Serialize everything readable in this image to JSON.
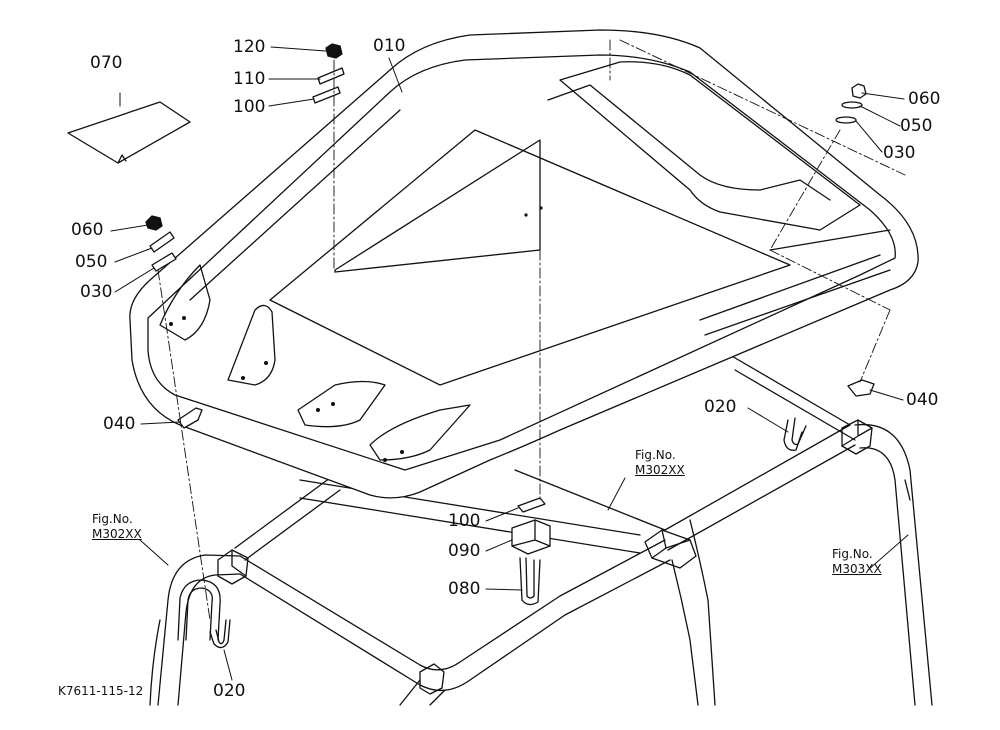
{
  "labels": {
    "p010": "010",
    "p070": "070",
    "p120": "120",
    "p110": "110",
    "p100_top": "100",
    "p060_right": "060",
    "p050_right": "050",
    "p030_right": "030",
    "p060_left": "060",
    "p050_left": "050",
    "p030_left": "030",
    "p040_left": "040",
    "p040_right": "040",
    "p020_right": "020",
    "p020_left": "020",
    "p100_bottom": "100",
    "p090": "090",
    "p080": "080"
  },
  "figrefs": {
    "left": {
      "caption": "Fig.No.",
      "number": "M302XX"
    },
    "center": {
      "caption": "Fig.No.",
      "number": "M302XX"
    },
    "right": {
      "caption": "Fig.No.",
      "number": "M303XX"
    }
  },
  "diagram_code": "K7611-115-12"
}
